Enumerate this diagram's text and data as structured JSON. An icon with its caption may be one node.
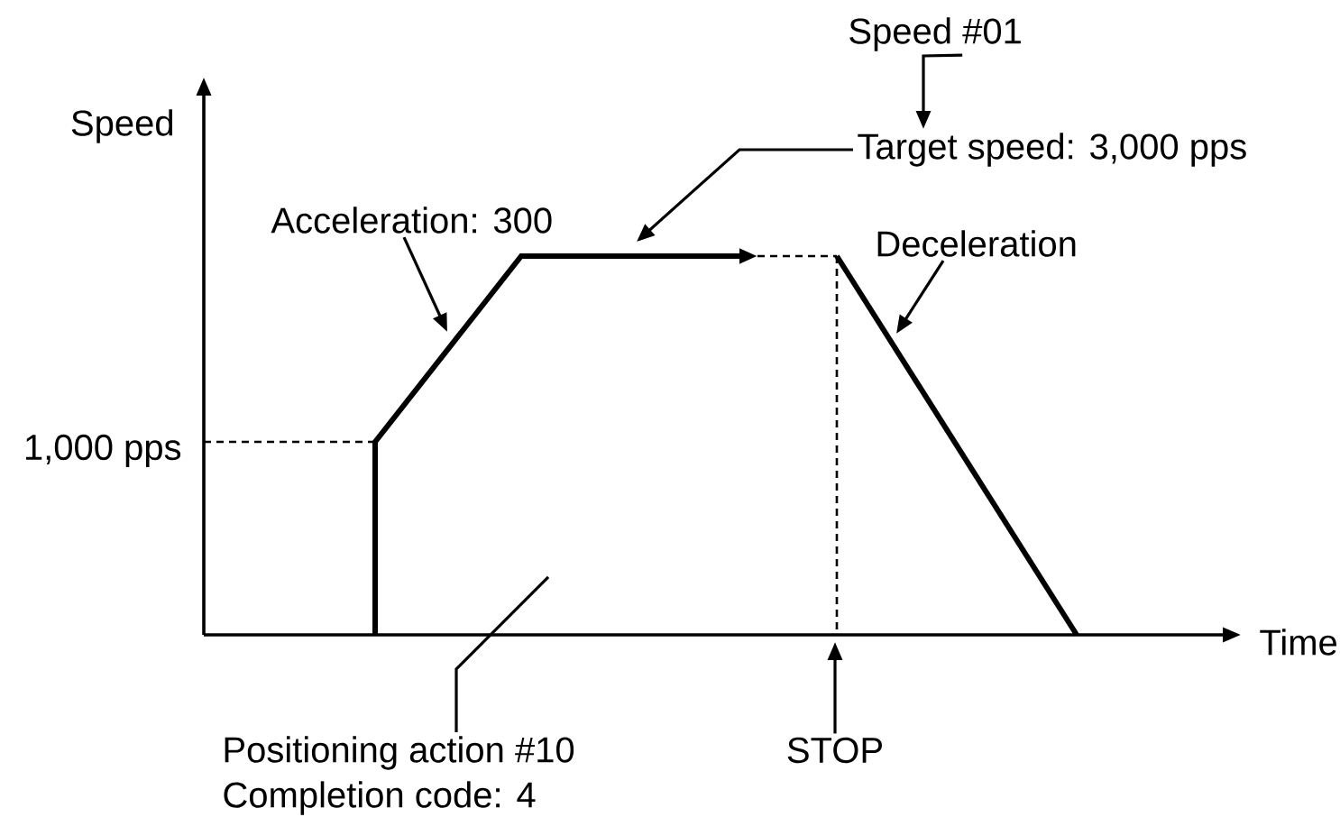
{
  "diagram": {
    "nodes": [
      {
        "text": [
          "Speed #01"
        ]
      },
      {
        "text": [
          "Target speed: 3,000 pps"
        ]
      },
      {
        "text": [
          "Acceleration: 300"
        ]
      },
      {
        "text": [
          "Deceleration"
        ]
      },
      {
        "text": [
          "Positioning action #10",
          "Completion code: 4"
        ]
      },
      {
        "text": [
          "STOP"
        ]
      },
      {
        "text": [],
        "shape": "picture"
      }
    ],
    "edges": [
      {
        "from": 0,
        "to": 1,
        "arrow": "to"
      },
      {
        "from": 1,
        "to": 6,
        "arrow": "to"
      },
      {
        "from": 2,
        "to": 6,
        "arrow": "to"
      },
      {
        "from": 3,
        "to": 6,
        "arrow": "to"
      },
      {
        "from": 4,
        "to": 6,
        "arrow": "none"
      },
      {
        "from": 5,
        "to": 6,
        "arrow": "to"
      }
    ],
    "labels": [
      "Speed",
      "1,000 pps",
      "Time"
    ]
  }
}
